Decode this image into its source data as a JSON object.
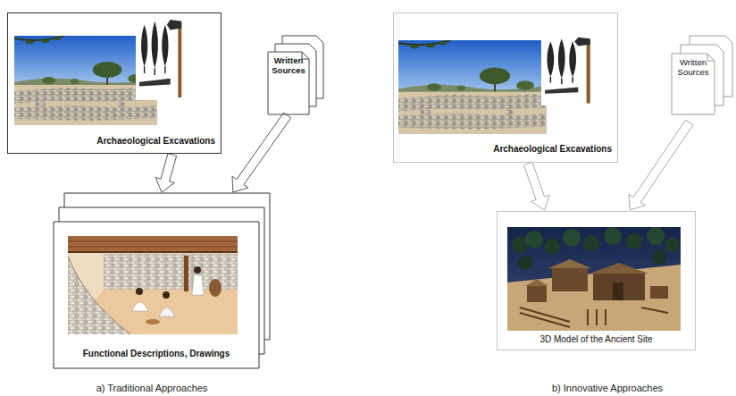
{
  "diagram": {
    "nodes": [
      {
        "text": [
          "Archaeological Excavations"
        ]
      },
      {
        "text": [
          "Written Sources"
        ]
      },
      {
        "text": [
          "Functional Descriptions, Drawings"
        ]
      },
      {
        "text": [
          "Archaeological Excavations"
        ]
      },
      {
        "text": [
          "Written Sources"
        ]
      },
      {
        "text": [
          "3D Model of the Ancient Site"
        ]
      }
    ],
    "edges": [
      {
        "from": 0,
        "to": 2,
        "arrow": "to"
      },
      {
        "from": 1,
        "to": 2,
        "arrow": "to"
      },
      {
        "from": 3,
        "to": 5,
        "arrow": "to"
      },
      {
        "from": 4,
        "to": 5,
        "arrow": "to"
      }
    ],
    "labels": [
      "a) Traditional Approaches",
      "b) Innovative Approaches"
    ]
  }
}
